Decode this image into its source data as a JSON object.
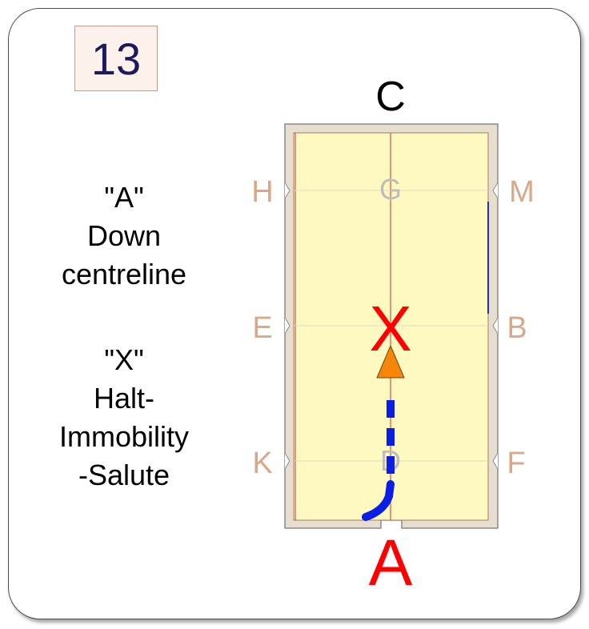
{
  "figure_number": "13",
  "instructions": [
    {
      "lines": [
        "\"A\"",
        "Down",
        "centreline"
      ]
    },
    {
      "lines": [
        "\"X\"",
        "Halt-",
        "Immobility",
        "-Salute"
      ]
    }
  ],
  "markers": {
    "top": "C",
    "bottom": "A",
    "left": [
      "H",
      "E",
      "K"
    ],
    "right": [
      "M",
      "B",
      "F"
    ],
    "center": [
      "G",
      "X",
      "D"
    ]
  },
  "colors": {
    "arena_fill": "#fdf9c0",
    "arena_border": "#e6dfcf",
    "letter_color": "#d8a888",
    "highlight_red": "#ff0000",
    "path_blue": "#0a1ee6",
    "arrow_orange": "#f5860a"
  }
}
